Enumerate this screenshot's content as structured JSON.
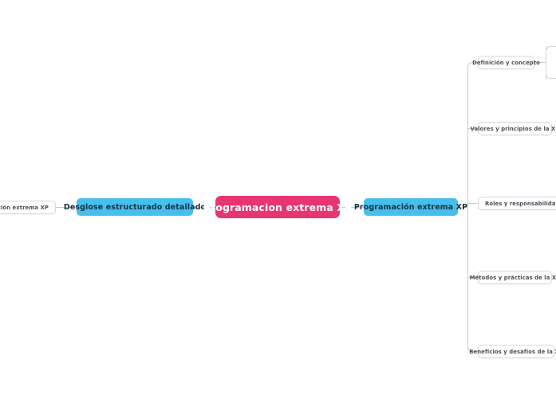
{
  "diagram": {
    "type": "mindmap",
    "orientation": "horizontal",
    "background_color": "#ffffff",
    "root": {
      "label": "Programacion extrema XP",
      "color": "#e8346f",
      "text_color": "#ffffff"
    },
    "left_branch": [
      {
        "label": "Desglose estructurado detallado",
        "color": "#45bfee",
        "text_color": "#19303c",
        "level": 1
      },
      {
        "label": "gramación extrema XP",
        "color": "#ffffff",
        "text_color": "#4a4f56",
        "level": 2,
        "clipped": "left"
      }
    ],
    "right_branch": {
      "label": "Programación extrema XP",
      "color": "#45bfee",
      "text_color": "#19303c",
      "children": [
        {
          "label": "Definición y concepto",
          "clipped": false
        },
        {
          "label": "Valores y principios de la XP",
          "clipped": false
        },
        {
          "label": "Roles y responsabilidades en la",
          "clipped": true
        },
        {
          "label": "Métodos y prácticas de la XP",
          "clipped": false
        },
        {
          "label": "Beneficios y desafíos de la XP",
          "clipped": false
        }
      ]
    },
    "edge_node": {
      "label": "",
      "color": "#ffffff",
      "clipped": true
    },
    "connector_color": "#c9ccd1"
  }
}
